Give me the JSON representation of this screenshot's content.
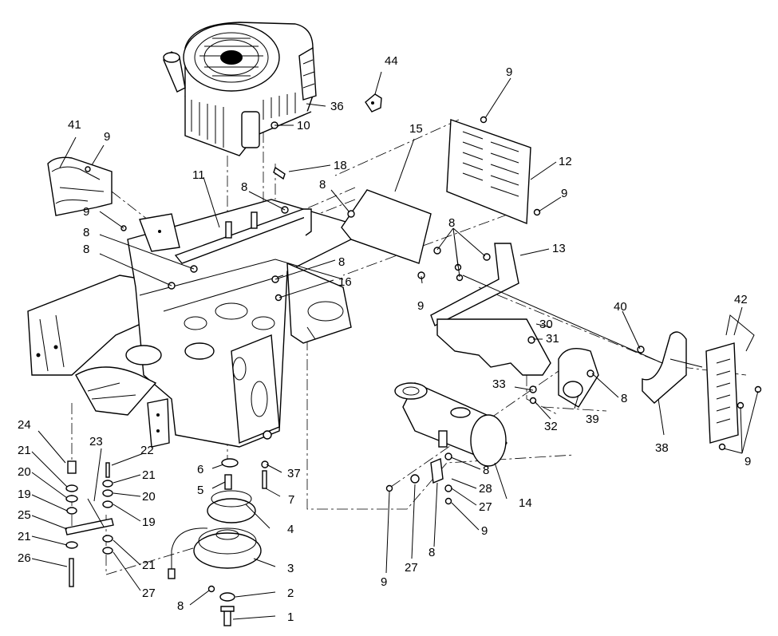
{
  "diagram": {
    "labels": [
      {
        "id": "1",
        "text": "1"
      },
      {
        "id": "2",
        "text": "2"
      },
      {
        "id": "3",
        "text": "3"
      },
      {
        "id": "4",
        "text": "4"
      },
      {
        "id": "5",
        "text": "5"
      },
      {
        "id": "6",
        "text": "6"
      },
      {
        "id": "7",
        "text": "7"
      },
      {
        "id": "8a",
        "text": "8"
      },
      {
        "id": "8b",
        "text": "8"
      },
      {
        "id": "8c",
        "text": "8"
      },
      {
        "id": "8d",
        "text": "8"
      },
      {
        "id": "8e",
        "text": "8"
      },
      {
        "id": "8f",
        "text": "8"
      },
      {
        "id": "8g",
        "text": "8"
      },
      {
        "id": "8h",
        "text": "8"
      },
      {
        "id": "8i",
        "text": "8"
      },
      {
        "id": "8j",
        "text": "8"
      },
      {
        "id": "8k",
        "text": "8"
      },
      {
        "id": "9a",
        "text": "9"
      },
      {
        "id": "9b",
        "text": "9"
      },
      {
        "id": "9c",
        "text": "9"
      },
      {
        "id": "9d",
        "text": "9"
      },
      {
        "id": "9e",
        "text": "9"
      },
      {
        "id": "9f",
        "text": "9"
      },
      {
        "id": "9g",
        "text": "9"
      },
      {
        "id": "9h",
        "text": "9"
      },
      {
        "id": "10",
        "text": "10"
      },
      {
        "id": "11",
        "text": "11"
      },
      {
        "id": "12",
        "text": "12"
      },
      {
        "id": "13",
        "text": "13"
      },
      {
        "id": "14",
        "text": "14"
      },
      {
        "id": "15",
        "text": "15"
      },
      {
        "id": "16",
        "text": "16"
      },
      {
        "id": "18",
        "text": "18"
      },
      {
        "id": "19a",
        "text": "19"
      },
      {
        "id": "19b",
        "text": "19"
      },
      {
        "id": "20a",
        "text": "20"
      },
      {
        "id": "20b",
        "text": "20"
      },
      {
        "id": "21a",
        "text": "21"
      },
      {
        "id": "21b",
        "text": "21"
      },
      {
        "id": "21c",
        "text": "21"
      },
      {
        "id": "21d",
        "text": "21"
      },
      {
        "id": "22",
        "text": "22"
      },
      {
        "id": "23",
        "text": "23"
      },
      {
        "id": "24",
        "text": "24"
      },
      {
        "id": "25",
        "text": "25"
      },
      {
        "id": "26",
        "text": "26"
      },
      {
        "id": "27a",
        "text": "27"
      },
      {
        "id": "27b",
        "text": "27"
      },
      {
        "id": "27c",
        "text": "27"
      },
      {
        "id": "28",
        "text": "28"
      },
      {
        "id": "30",
        "text": "30"
      },
      {
        "id": "31",
        "text": "31"
      },
      {
        "id": "32",
        "text": "32"
      },
      {
        "id": "33",
        "text": "33"
      },
      {
        "id": "36",
        "text": "36"
      },
      {
        "id": "37",
        "text": "37"
      },
      {
        "id": "38",
        "text": "38"
      },
      {
        "id": "39",
        "text": "39"
      },
      {
        "id": "40",
        "text": "40"
      },
      {
        "id": "41",
        "text": "41"
      },
      {
        "id": "42",
        "text": "42"
      },
      {
        "id": "44",
        "text": "44"
      }
    ]
  }
}
